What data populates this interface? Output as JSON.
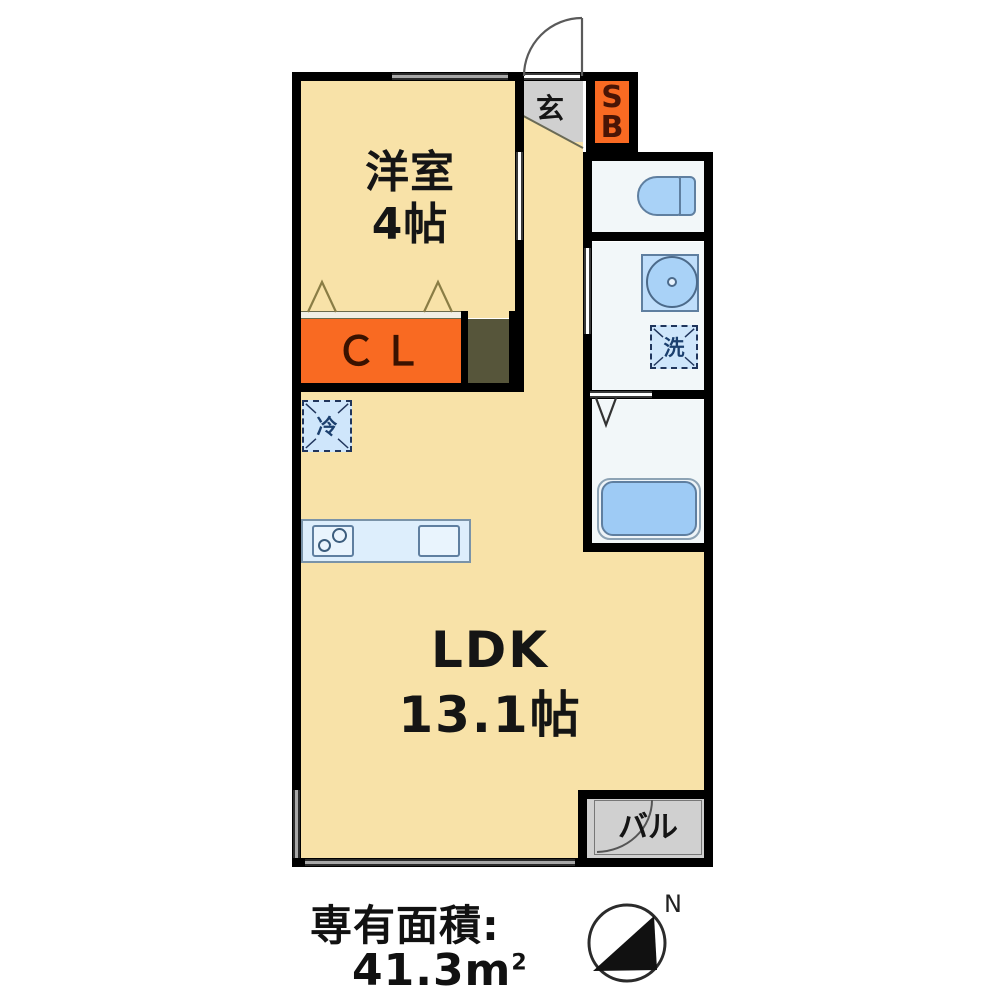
{
  "document": {
    "type": "japanese-floor-plan",
    "title": "1LDK apartment floor plan"
  },
  "rooms": [
    {
      "id": "western-room",
      "label_line1": "洋室",
      "label_line2": "4帖",
      "romaji": "Western-style room 4 jo",
      "fill": "#f8e2a8"
    },
    {
      "id": "ldk",
      "label_line1": "LDK",
      "label_line2": "13.1帖",
      "romaji": "Living Dining Kitchen 13.1 jo",
      "fill": "#f8e2a8"
    },
    {
      "id": "closet",
      "label": "ＣＬ",
      "romaji": "Closet",
      "fill": "#f96a22"
    },
    {
      "id": "shoe-box",
      "label_line1": "S",
      "label_line2": "B",
      "romaji": "Shoe Box",
      "fill": "#f96a22"
    },
    {
      "id": "genkan",
      "label": "玄",
      "romaji": "Entrance",
      "fill": "#d0d0d0"
    },
    {
      "id": "balcony",
      "label": "バル",
      "romaji": "Balcony",
      "fill": "#d0d0d0"
    },
    {
      "id": "toilet",
      "label": "",
      "romaji": "Toilet",
      "fill": "#f2f7f9"
    },
    {
      "id": "washroom",
      "label": "洗",
      "romaji": "Washing machine space",
      "fill": "#f2f7f9"
    },
    {
      "id": "bath",
      "label": "",
      "romaji": "Unit bath",
      "fill": "#f2f7f9"
    },
    {
      "id": "fridge",
      "label": "冷",
      "romaji": "Refrigerator space",
      "fill": "#cfe6fb"
    }
  ],
  "labels": {
    "western_room": "洋室",
    "western_room_size": "4帖",
    "ldk": "LDK",
    "ldk_size": "13.1帖",
    "closet": "ＣＬ",
    "shoe_box_line1": "S",
    "shoe_box_line2": "B",
    "genkan": "玄",
    "balcony": "バル",
    "fridge": "冷",
    "washer": "洗"
  },
  "footer": {
    "area_label": "専有面積:",
    "area_value": "41.3m",
    "area_unit_superscript": "2",
    "compass_north": "N"
  },
  "colors": {
    "floor_yellow": "#f8e2a8",
    "accent_orange": "#f96a22",
    "storage_dark": "#56553a",
    "tile_gray": "#d0d0d0",
    "sanitary_white": "#f2f7f9",
    "fixture_blue": "#a9d2f7",
    "bath_blue": "#9ecbf5",
    "wall_black": "#000000"
  }
}
